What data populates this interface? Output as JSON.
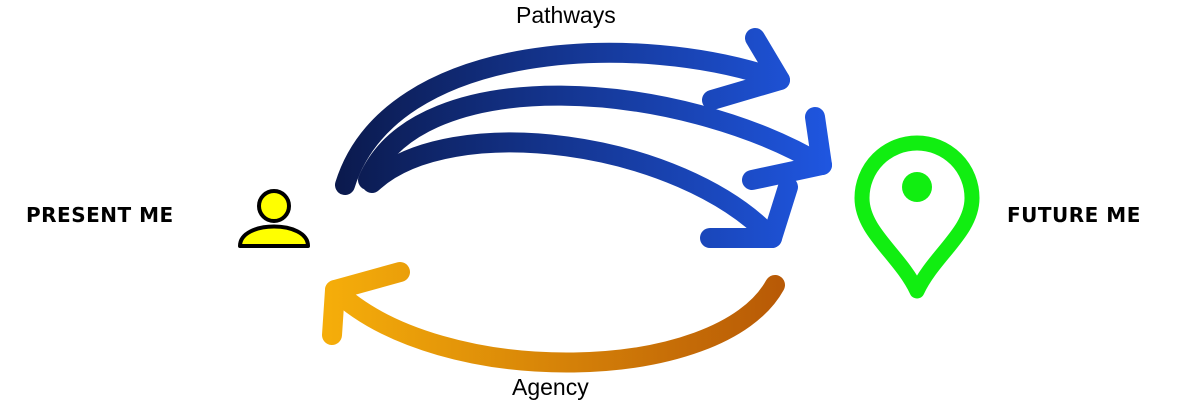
{
  "labels": {
    "present": "PRESENT ME",
    "future": "FUTURE ME",
    "pathways": "Pathways",
    "agency": "Agency"
  },
  "icons": {
    "present": "person-icon",
    "future": "location-pin-icon"
  },
  "colors": {
    "pathway_dark": "#0b1a4e",
    "pathway_light": "#1f56e0",
    "agency_start": "#f5ad0a",
    "agency_end": "#b85a06",
    "person_fill": "#ffff00",
    "pin": "#11ee11",
    "text": "#000000"
  }
}
